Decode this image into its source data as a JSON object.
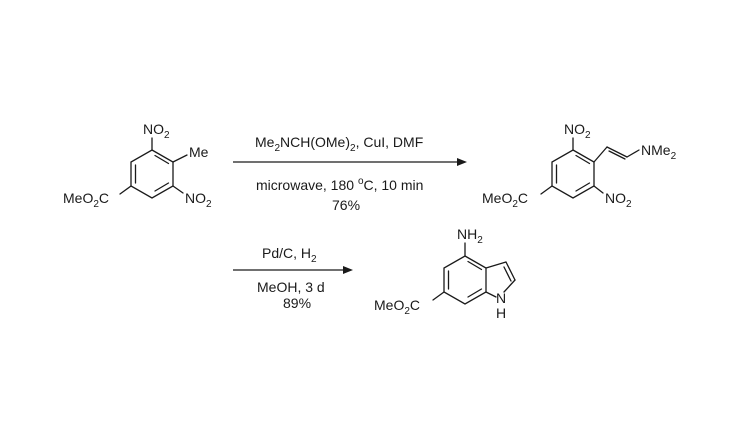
{
  "scheme": {
    "step1": {
      "reagents": {
        "prefix": "Me",
        "sub1": "2",
        "mid": "NCH(OMe)",
        "sub2": "2",
        "suffix": ", CuI, DMF"
      },
      "conditions": {
        "prefix": "microwave, 180 ",
        "sup": "o",
        "suffix": "C, 10 min"
      },
      "yield": "76%"
    },
    "step2": {
      "reagents": {
        "prefix": "Pd/C, H",
        "sub": "2"
      },
      "conditions": "MeOH, 3 d",
      "yield": "89%"
    },
    "molecule1": {
      "nitro_top": {
        "main": "NO",
        "sub": "2"
      },
      "methyl": "Me",
      "nitro_bottom": {
        "main": "NO",
        "sub": "2"
      },
      "ester": {
        "pre": "MeO",
        "sub": "2",
        "post": "C"
      }
    },
    "molecule2": {
      "nitro_top": {
        "main": "NO",
        "sub": "2"
      },
      "amine": {
        "main": "NMe",
        "sub": "2"
      },
      "nitro_bottom": {
        "main": "NO",
        "sub": "2"
      },
      "ester": {
        "pre": "MeO",
        "sub": "2",
        "post": "C"
      }
    },
    "molecule3": {
      "amine": {
        "main": "NH",
        "sub": "2"
      },
      "ring_n": "N",
      "ring_h": "H",
      "ester": {
        "pre": "MeO",
        "sub": "2",
        "post": "C"
      }
    }
  }
}
